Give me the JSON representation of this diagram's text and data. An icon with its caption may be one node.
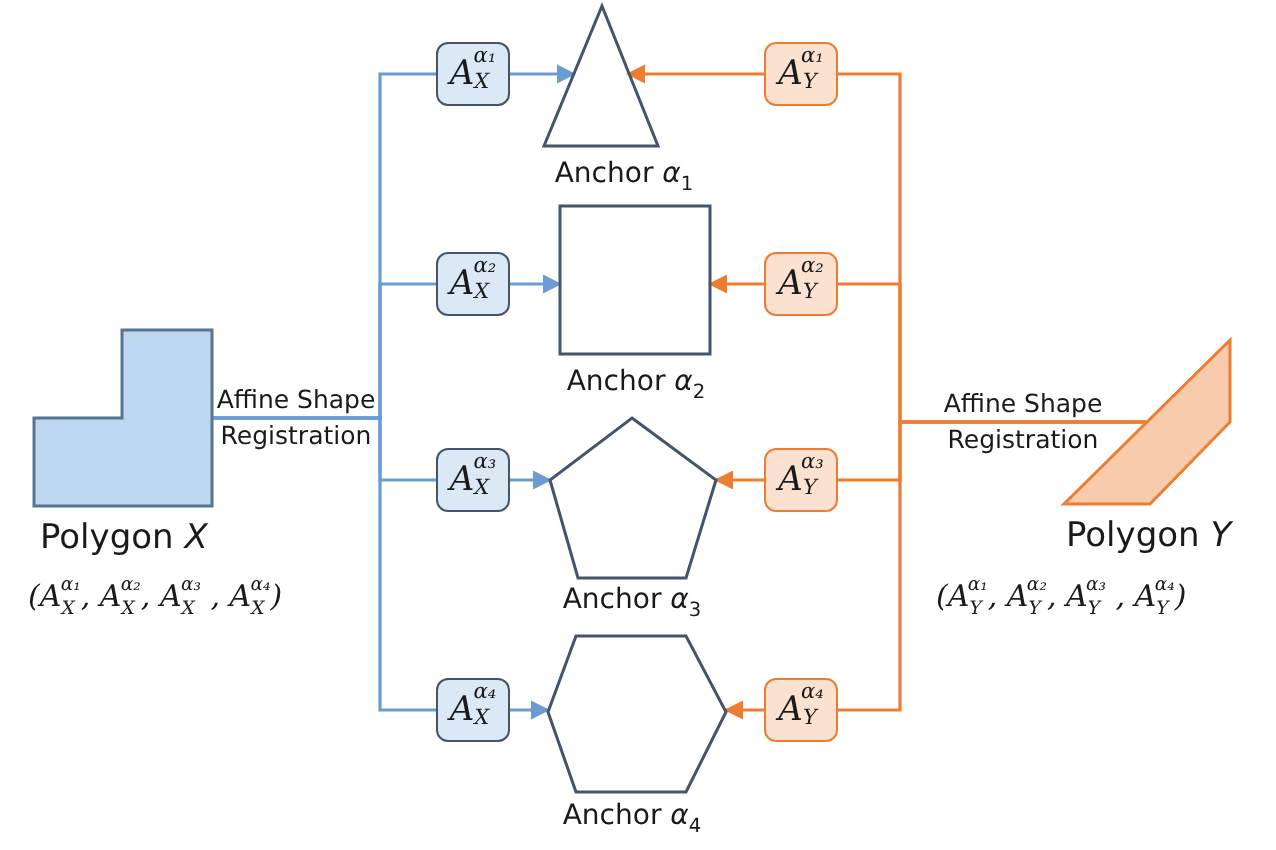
{
  "diagram": {
    "nodes": [
      {
        "text": [
          "Polygon *X*"
        ],
        "beside": [
          "(A$_{X}$$^{α₁}$, A$_{X}$$^{α₂}$, A$_{X}$$^{α₃}$ , A$_{X}$$^{α₄}$)"
        ]
      },
      {
        "text": [
          "A$_{X}$$^{α₁}$"
        ]
      },
      {
        "text": [
          "A$_{X}$$^{α₂}$"
        ]
      },
      {
        "text": [
          "A$_{X}$$^{α₃}$"
        ]
      },
      {
        "text": [
          "A$_{X}$$^{α₄}$"
        ]
      },
      {
        "text": [
          "Anchor *α*$_{1}$"
        ]
      },
      {
        "text": [
          "Anchor *α*$_{2}$"
        ]
      },
      {
        "text": [
          "Anchor *α*$_{3}$"
        ]
      },
      {
        "text": [
          "Anchor *α*$_{4}$"
        ]
      },
      {
        "text": [
          "A$_{Y}$$^{α₁}$"
        ]
      },
      {
        "text": [
          "A$_{Y}$$^{α₂}$"
        ]
      },
      {
        "text": [
          "A$_{Y}$$^{α₃}$"
        ]
      },
      {
        "text": [
          "A$_{Y}$$^{α₄}$"
        ]
      },
      {
        "text": [
          "Polygon *Y*"
        ],
        "beside": [
          "(A$_{Y}$$^{α₁}$, A$_{Y}$$^{α₂}$, A$_{Y}$$^{α₃}$ , A$_{Y}$$^{α₄}$)"
        ]
      }
    ],
    "edges": [
      {
        "from": 0,
        "to": 1,
        "arrow": "none",
        "label": "Affine Shape Registration",
        "color": "#6a9bd1"
      },
      {
        "from": 0,
        "to": 2,
        "arrow": "none",
        "color": "#6a9bd1"
      },
      {
        "from": 0,
        "to": 3,
        "arrow": "none",
        "color": "#6a9bd1"
      },
      {
        "from": 0,
        "to": 4,
        "arrow": "none",
        "color": "#6a9bd1"
      },
      {
        "from": 1,
        "to": 5,
        "arrow": "to",
        "color": "#6a9bd1"
      },
      {
        "from": 2,
        "to": 6,
        "arrow": "to",
        "color": "#6a9bd1"
      },
      {
        "from": 3,
        "to": 7,
        "arrow": "to",
        "color": "#6a9bd1"
      },
      {
        "from": 4,
        "to": 8,
        "arrow": "to",
        "color": "#6a9bd1"
      },
      {
        "from": 9,
        "to": 5,
        "arrow": "to",
        "color": "#ed7d31"
      },
      {
        "from": 10,
        "to": 6,
        "arrow": "to",
        "color": "#ed7d31"
      },
      {
        "from": 11,
        "to": 7,
        "arrow": "to",
        "color": "#ed7d31"
      },
      {
        "from": 12,
        "to": 8,
        "arrow": "to",
        "color": "#ed7d31"
      },
      {
        "from": 13,
        "to": 9,
        "arrow": "none",
        "label": "Affine Shape Registration",
        "color": "#ed7d31"
      },
      {
        "from": 13,
        "to": 10,
        "arrow": "none",
        "color": "#ed7d31"
      },
      {
        "from": 13,
        "to": 11,
        "arrow": "none",
        "color": "#ed7d31"
      },
      {
        "from": 13,
        "to": 12,
        "arrow": "none",
        "color": "#ed7d31"
      }
    ]
  }
}
